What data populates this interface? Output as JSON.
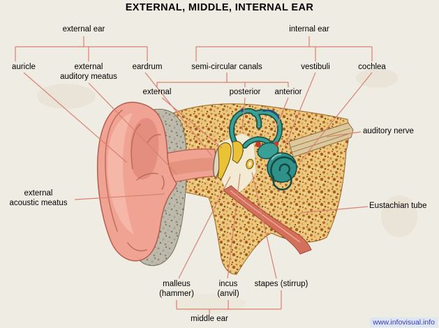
{
  "title": "EXTERNAL, MIDDLE, INTERNAL EAR",
  "watermark": "www.infovisual.info",
  "colors": {
    "bg": "#efece3",
    "connector": "#d9806f",
    "label_text": "#000000",
    "watermark_text": "#3a3ac8",
    "bone": "#e9c77f",
    "cartilage": "#bcb9aa",
    "auricle": "#f0a392",
    "auricle_outline": "#b45c4e",
    "inner_ear_teal": "#3aa096",
    "inner_ear_dark": "#14544e",
    "ossicle_yellow": "#e9c235",
    "nerve": "#ddc89e",
    "eustachian": "#d2705b",
    "accent_red": "#c6392b",
    "accent_navy": "#2b4c7e",
    "middle_ear_cavity": "#f2ead3"
  },
  "labels": {
    "external_ear": "external ear",
    "internal_ear": "internal ear",
    "auricle": "auricle",
    "external_auditory_meatus": "external\nauditory meatus",
    "eardrum": "eardrum",
    "semi_circular_canals": "semi-circular canals",
    "vestibuli": "vestibuli",
    "cochlea": "cochlea",
    "external_semicircular_canal": "external",
    "posterior_semicircular_canal": "posterior",
    "anterior_semicircular_canal": "anterior",
    "auditory_nerve": "auditory nerve",
    "external_acoustic_meatus": "external\nacoustic meatus",
    "eustachian_tube": "Eustachian tube",
    "malleus": "malleus\n(hammer)",
    "incus": "incus\n(anvil)",
    "stapes": "stapes (stirrup)",
    "middle_ear": "middle ear"
  }
}
